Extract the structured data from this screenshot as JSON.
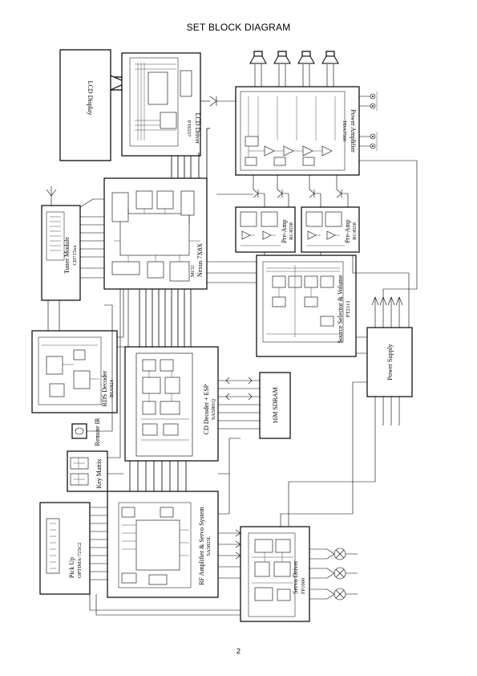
{
  "page": {
    "title": "SET BLOCK DIAGRAM",
    "page_number": "2"
  },
  "blocks": {
    "lcd_display": {
      "label": "LCD Display"
    },
    "lcd_driver": {
      "label": "LCD Driver",
      "part": "PT6557"
    },
    "power_amplifier": {
      "label": "Power Amplifier",
      "part": "TDA7560"
    },
    "tuner_module": {
      "label": "Tuner Module",
      "part": "CD715xx"
    },
    "mcu": {
      "label": "MCU",
      "part": "Nexus 7X8X"
    },
    "pre_amp_1": {
      "label": "Pre-Amp",
      "part": "RC4558"
    },
    "pre_amp_2": {
      "label": "Pre-Amp",
      "part": "RC4558"
    },
    "source_selector": {
      "label": "Source Selector & Volume",
      "part": "PT2313"
    },
    "rds_decoder": {
      "label": "RDS Decoder",
      "part": "BU1924"
    },
    "cd_decoder": {
      "label": "CD Decoder + ESP",
      "part": "SA5981Q"
    },
    "sdram": {
      "label": "16M SDRAM"
    },
    "power_supply": {
      "label": "Power Supply"
    },
    "remote_ir": {
      "label": "Remote IR"
    },
    "key_matrix": {
      "label": "Key Matrix"
    },
    "pick_up": {
      "label": "Pick Up",
      "part": "OPTIMA-725C2"
    },
    "rf_amplifier": {
      "label": "RF Amplifier & Servo System",
      "part": "SA5825L"
    },
    "servo_driver": {
      "label": "Servo Driver",
      "part": "FP1000"
    }
  },
  "icons": {
    "speaker": "speaker-icon",
    "antenna": "antenna-icon",
    "motor": "motor-icon",
    "rca_jack": "rca-jack-icon",
    "ir_sensor": "ir-sensor-icon"
  }
}
